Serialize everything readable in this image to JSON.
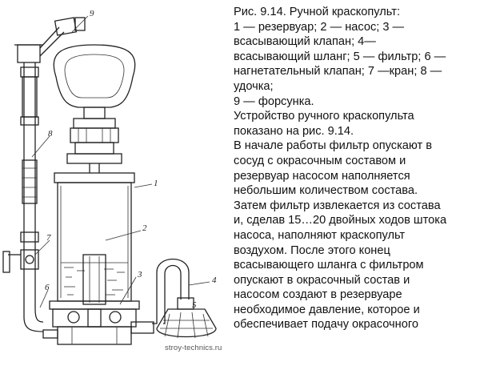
{
  "caption": {
    "lines": [
      "Рис. 9.14. Ручной краскопульт:",
      "1 — резервуар; 2 — насос; 3 —",
      "всасывающий клапан; 4—",
      "всасывающий шланг; 5 — фильтр; 6 —",
      "нагнетательный клапан; 7 —кран; 8 —",
      "удочка;",
      "9 — форсунка.",
      "Устройство ручного краскопульта",
      "показано на рис. 9.14.",
      "В начале работы фильтр опускают в",
      "сосуд с окрасочным составом и",
      "резервуар насосом наполняется",
      "небольшим количеством состава.",
      "Затем фильтр извлекается из состава",
      "и, сделав 15…20 двойных ходов штока",
      "насоса, наполняют краскопульт",
      "воздухом. После этого конец",
      "всасывающего шланга с фильтром",
      "опускают в окрасочный состав и",
      "насосом создают в резервуаре",
      "необходимое давление, которое и",
      "обеспечивает подачу окрасочного"
    ]
  },
  "watermark": "stroy-technics.ru",
  "callouts": {
    "c1": "1",
    "c2": "2",
    "c3": "3",
    "c4": "4",
    "c5": "5",
    "c6": "6",
    "c7": "7",
    "c8": "8",
    "c9": "9"
  }
}
